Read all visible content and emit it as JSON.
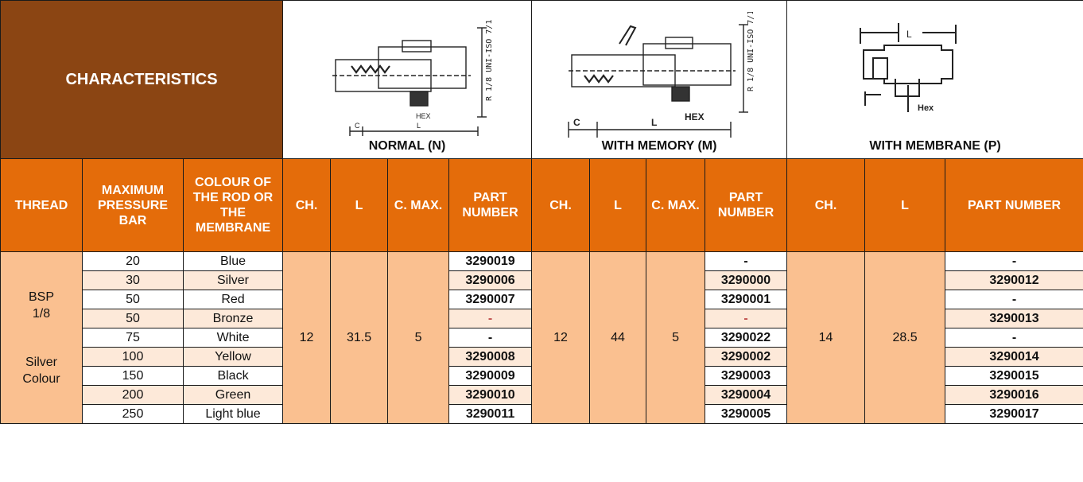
{
  "characteristics_title": "CHARACTERISTICS",
  "sections": {
    "normal": {
      "title": "NORMAL (N)",
      "drawing_labels": {
        "thread": "R 1/8 UNI-ISO 7/1",
        "hex": "HEX",
        "c": "C",
        "l": "L"
      }
    },
    "memory": {
      "title": "WITH MEMORY (M)",
      "drawing_labels": {
        "thread": "R 1/8 UNI-ISO 7/1",
        "hex": "HEX",
        "c": "C",
        "l": "L"
      }
    },
    "membrane": {
      "title": "WITH MEMBRANE (P)",
      "drawing_labels": {
        "hex": "Hex",
        "l": "L"
      }
    }
  },
  "headers": {
    "thread": "THREAD",
    "max_pressure": "MAXIMUM PRESSURE BAR",
    "colour": "COLOUR OF THE ROD OR THE MEMBRANE",
    "normal": {
      "ch": "CH.",
      "l": "L",
      "cmax": "C. MAX.",
      "part": "PART NUMBER"
    },
    "memory": {
      "ch": "CH.",
      "l": "L",
      "cmax": "C. MAX.",
      "part": "PART NUMBER"
    },
    "membrane": {
      "ch": "CH.",
      "l": "L",
      "part": "PART NUMBER"
    }
  },
  "thread": {
    "line1": "BSP",
    "line2": "1/8",
    "line3": "Silver",
    "line4": "Colour"
  },
  "normal_dims": {
    "ch": "12",
    "l": "31.5",
    "cmax": "5"
  },
  "memory_dims": {
    "ch": "12",
    "l": "44",
    "cmax": "5"
  },
  "membrane_dims": {
    "ch": "14",
    "l": "28.5"
  },
  "rows": [
    {
      "pressure": "20",
      "colour": "Blue",
      "normal_part": "3290019",
      "memory_part": "-",
      "membrane_part": "-"
    },
    {
      "pressure": "30",
      "colour": "Silver",
      "normal_part": "3290006",
      "memory_part": "3290000",
      "membrane_part": "3290012"
    },
    {
      "pressure": "50",
      "colour": "Red",
      "normal_part": "3290007",
      "memory_part": "3290001",
      "membrane_part": "-"
    },
    {
      "pressure": "50",
      "colour": "Bronze",
      "normal_part": "-",
      "memory_part": "-",
      "membrane_part": "3290013"
    },
    {
      "pressure": "75",
      "colour": "White",
      "normal_part": "-",
      "memory_part": "3290022",
      "membrane_part": "-"
    },
    {
      "pressure": "100",
      "colour": "Yellow",
      "normal_part": "3290008",
      "memory_part": "3290002",
      "membrane_part": "3290014"
    },
    {
      "pressure": "150",
      "colour": "Black",
      "normal_part": "3290009",
      "memory_part": "3290003",
      "membrane_part": "3290015"
    },
    {
      "pressure": "200",
      "colour": "Green",
      "normal_part": "3290010",
      "memory_part": "3290004",
      "membrane_part": "3290016"
    },
    {
      "pressure": "250",
      "colour": "Light blue",
      "normal_part": "3290011",
      "memory_part": "3290005",
      "membrane_part": "3290017"
    }
  ],
  "colors": {
    "characteristics_bg": "#8B4513",
    "header_bg": "#E46C0A",
    "merged_bg": "#FAC090",
    "alt_row_bg": "#FDE9D9"
  }
}
